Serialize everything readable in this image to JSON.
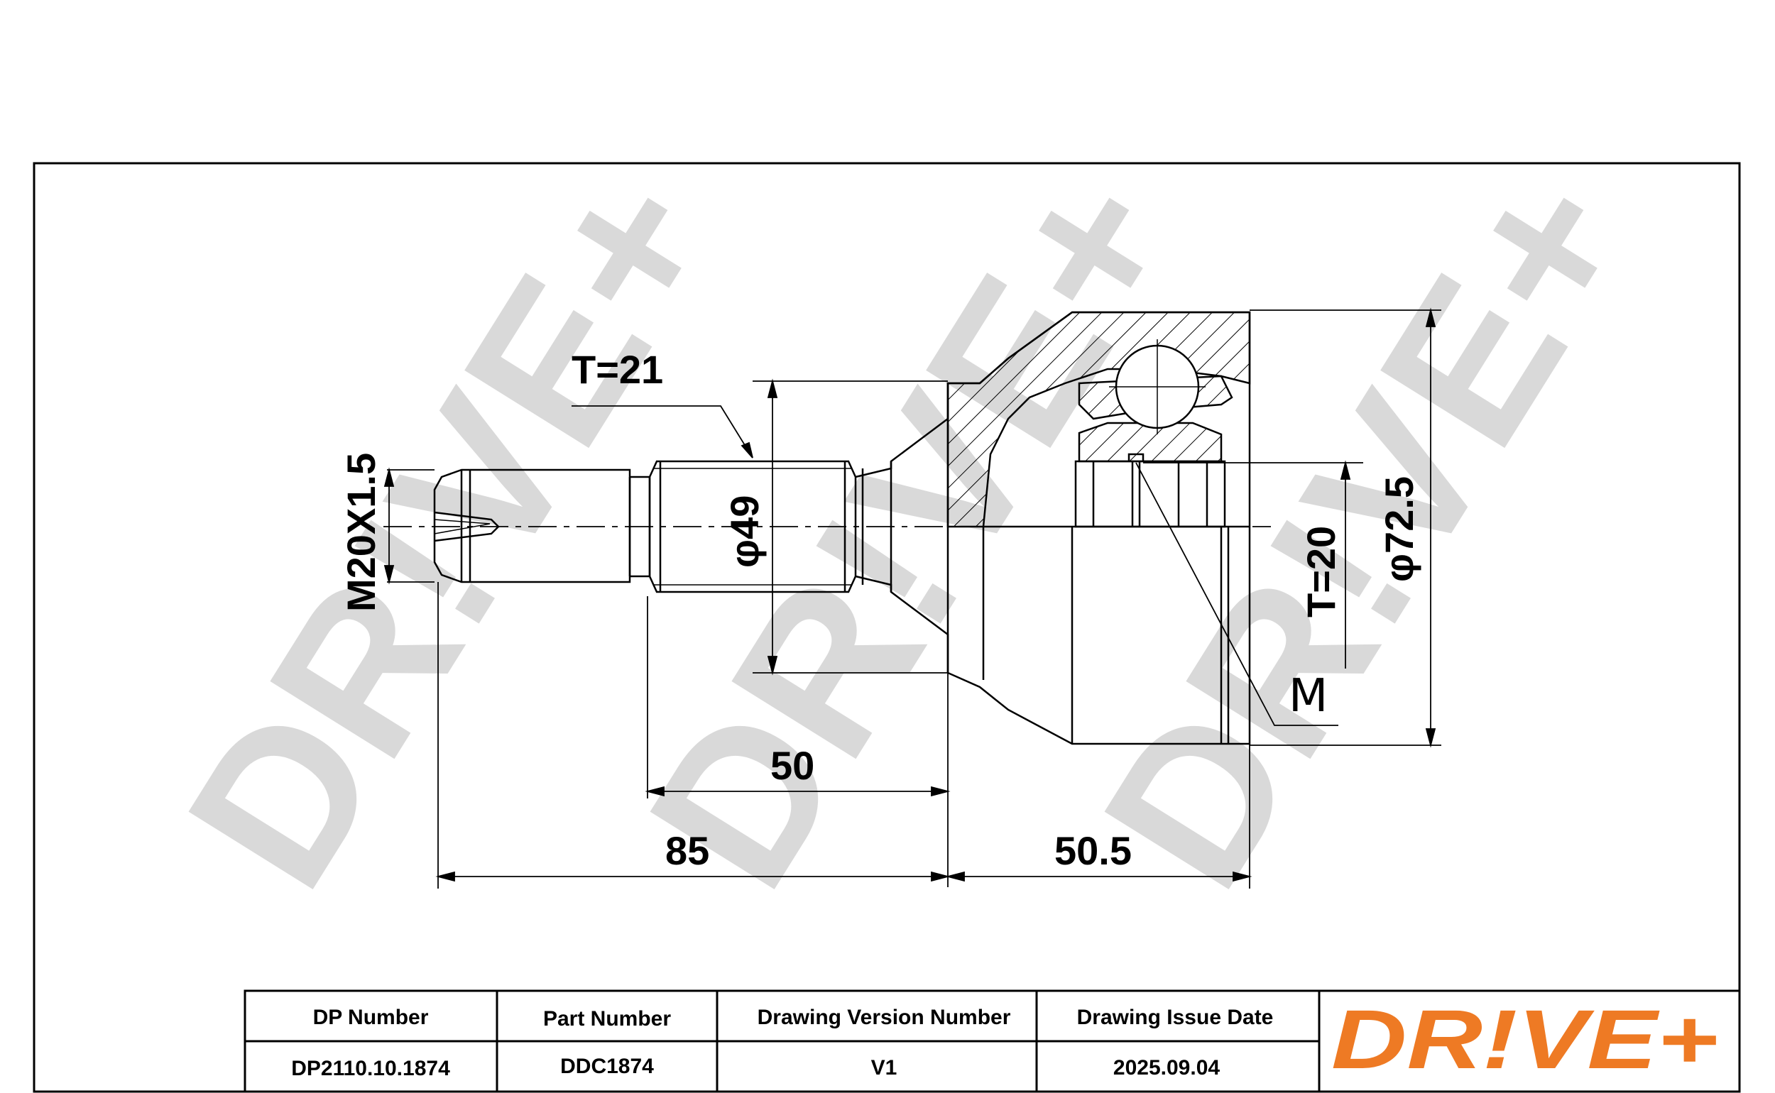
{
  "watermark": {
    "text": "DR!VE+",
    "color": "#d9d9d9"
  },
  "dimensions": {
    "thread": "M20X1.5",
    "spline_left": "T=21",
    "diameter_shaft": "φ49",
    "spline_right": "T=20",
    "diameter_outer": "φ72.5",
    "marker": "M",
    "length_50": "50",
    "length_85": "85",
    "length_50_5": "50.5"
  },
  "title_block": {
    "headers": [
      "DP Number",
      "Part Number",
      "Drawing Version Number",
      "Drawing Issue Date"
    ],
    "values": [
      "DP2110.10.1874",
      "DDC1874",
      "V1",
      "2025.09.04"
    ],
    "logo": {
      "text": "DR!VE+",
      "color": "#ee7a24"
    }
  }
}
